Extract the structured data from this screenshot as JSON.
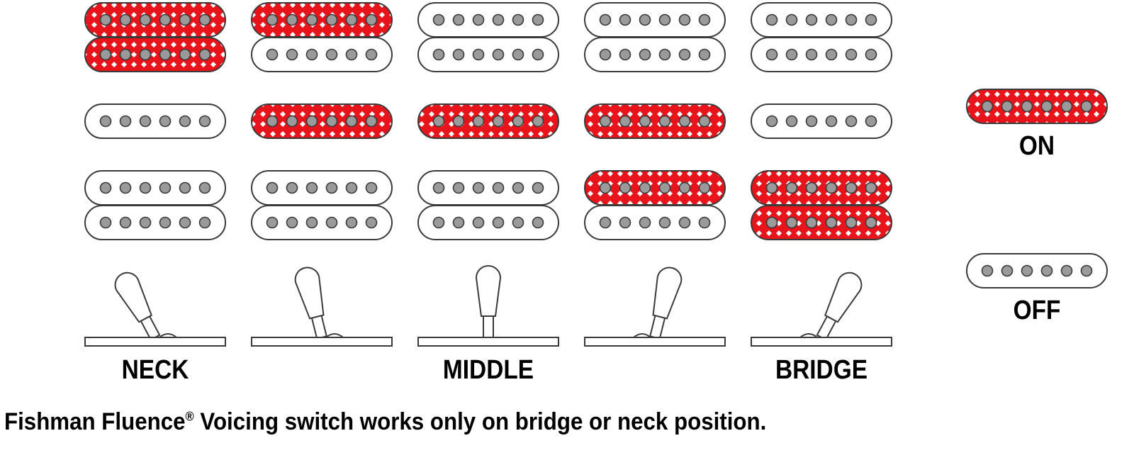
{
  "colors": {
    "on_fill": "#e8141c",
    "pole": "#9a9a9a",
    "outline": "#3a3a3a",
    "off_fill": "#ffffff"
  },
  "positions": [
    {
      "label": "NECK",
      "switch": "neck",
      "pickups": {
        "neck": [
          "on",
          "on"
        ],
        "middle": [
          "off"
        ],
        "bridge": [
          "off",
          "off"
        ]
      }
    },
    {
      "label": "",
      "switch": "neck-middle",
      "pickups": {
        "neck": [
          "on",
          "off"
        ],
        "middle": [
          "on"
        ],
        "bridge": [
          "off",
          "off"
        ]
      }
    },
    {
      "label": "MIDDLE",
      "switch": "middle",
      "pickups": {
        "neck": [
          "off",
          "off"
        ],
        "middle": [
          "on"
        ],
        "bridge": [
          "off",
          "off"
        ]
      }
    },
    {
      "label": "",
      "switch": "middle-bridge",
      "pickups": {
        "neck": [
          "off",
          "off"
        ],
        "middle": [
          "on"
        ],
        "bridge": [
          "on",
          "off"
        ]
      }
    },
    {
      "label": "BRIDGE",
      "switch": "bridge",
      "pickups": {
        "neck": [
          "off",
          "off"
        ],
        "middle": [
          "off"
        ],
        "bridge": [
          "on",
          "on"
        ]
      }
    }
  ],
  "legend": {
    "on_label": "ON",
    "off_label": "OFF"
  },
  "footer": {
    "prefix": "Fishman Fluence",
    "registered": "®",
    "suffix": " Voicing switch works only on bridge or neck position."
  }
}
